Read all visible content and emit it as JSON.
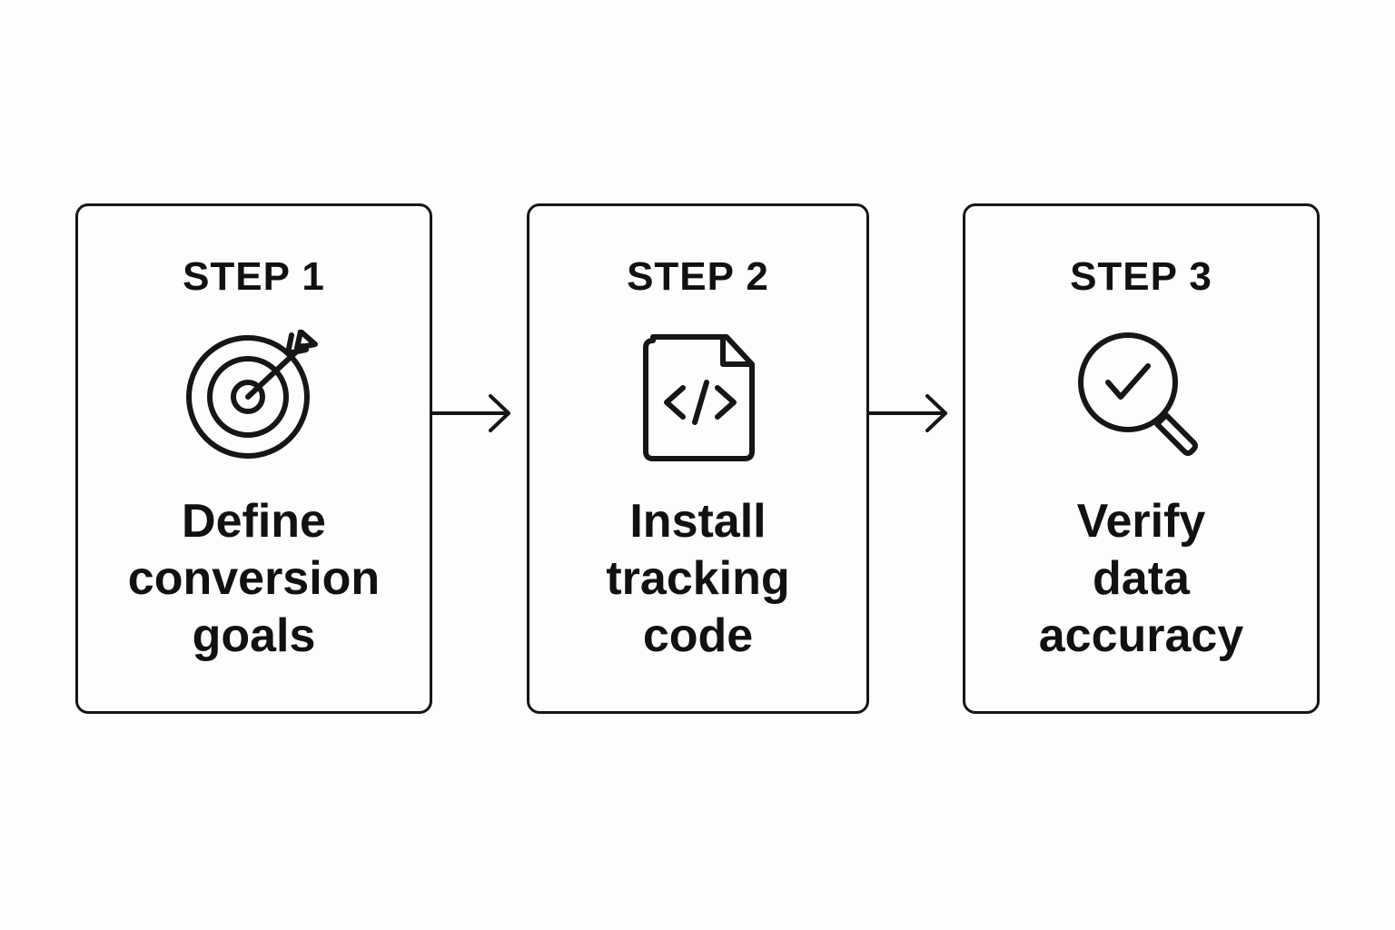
{
  "steps": [
    {
      "label": "STEP 1",
      "icon": "target-dart-icon",
      "text_lines": [
        "Define",
        "conversion",
        "goals"
      ]
    },
    {
      "label": "STEP 2",
      "icon": "code-file-icon",
      "text_lines": [
        "Install",
        "tracking",
        "code"
      ]
    },
    {
      "label": "STEP 3",
      "icon": "magnifier-check-icon",
      "text_lines": [
        "Verify",
        "data",
        "accuracy"
      ]
    }
  ],
  "connectors": [
    "arrow-right-icon",
    "arrow-right-icon"
  ],
  "colors": {
    "background": "#fdfdfb",
    "stroke": "#161616",
    "text": "#111111"
  }
}
